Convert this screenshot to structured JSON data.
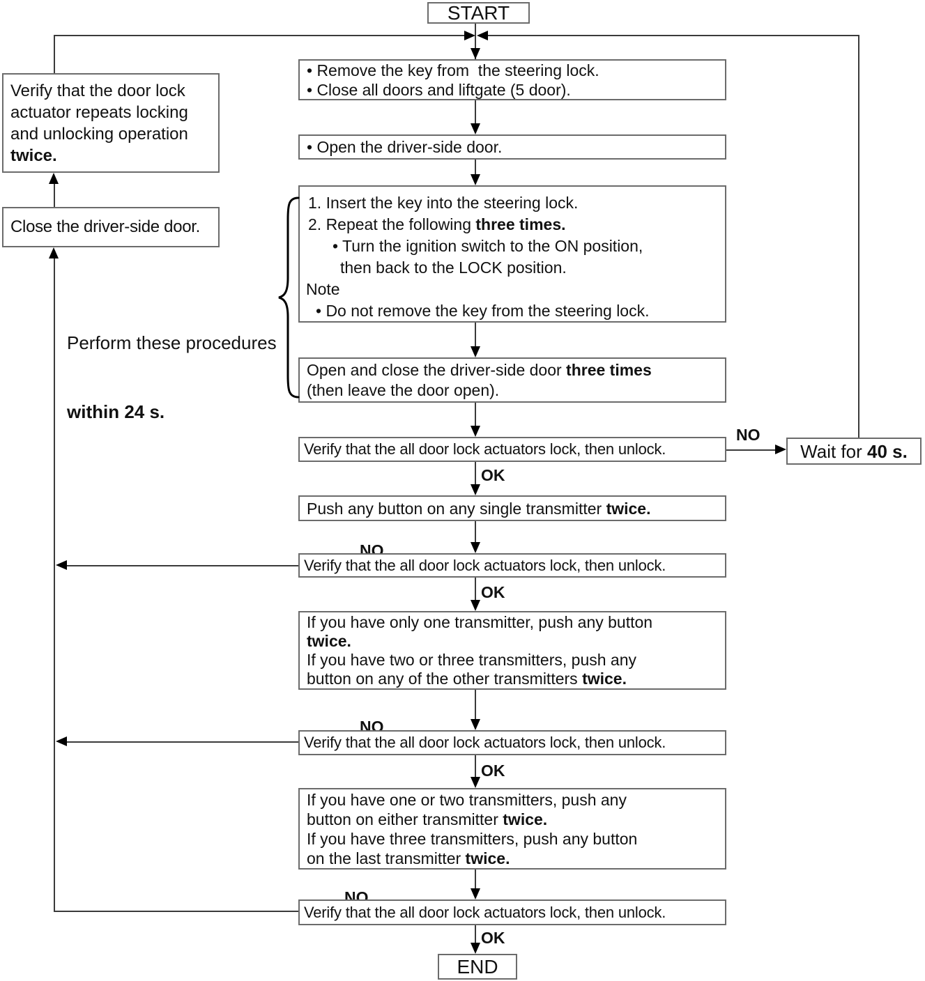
{
  "terminals": {
    "start": "START",
    "end": "END"
  },
  "labels": {
    "no": "NO",
    "ok": "OK"
  },
  "steps": {
    "prepare": {
      "line1": "• Remove the key from  the steering lock.",
      "line2": "• Close all doors and liftgate (5 door)."
    },
    "open_door": {
      "line1": "• Open the driver-side door."
    },
    "key_procedure": {
      "line1": "1. Insert the key into the steering lock.",
      "line2_normal": "2. Repeat the following ",
      "line2_bold": "three times.",
      "line3": "• Turn the ignition switch to the ON position,",
      "line4": "then back to the LOCK position.",
      "note_label": "Note",
      "note_line": "• Do not remove the key from the steering lock."
    },
    "door_cycle": {
      "line1_normal": "Open and close the driver-side door ",
      "line1_bold": "three times",
      "line2": "(then leave the door open)."
    },
    "verify_actuators": "Verify that the all door lock actuators lock, then unlock.",
    "push_button": {
      "normal": "Push any button on any single transmitter ",
      "bold": "twice."
    },
    "second_transmitter": {
      "line1": "If you have only one transmitter, push any button",
      "line2_bold": "twice.",
      "line3": "If you have two or three transmitters, push any",
      "line4_normal": "button on any of the other transmitters ",
      "line4_bold": "twice."
    },
    "third_transmitter": {
      "line1": "If you have one or two transmitters, push any",
      "line2_normal": "button on either transmitter ",
      "line2_bold": "twice.",
      "line3": "If you have three transmitters, push any button",
      "line4_normal": "on the last transmitter ",
      "line4_bold": "twice."
    },
    "wait": {
      "normal": "Wait for ",
      "bold": "40 s."
    }
  },
  "side": {
    "verify_repeat": {
      "line1": "Verify that the door lock",
      "line2": "actuator repeats locking",
      "line3": "and unlocking operation",
      "line4_bold": "twice."
    },
    "close_door": "Close the driver-side door.",
    "note": {
      "line1": "Perform these procedures",
      "line2_bold": "within 24 s."
    }
  }
}
